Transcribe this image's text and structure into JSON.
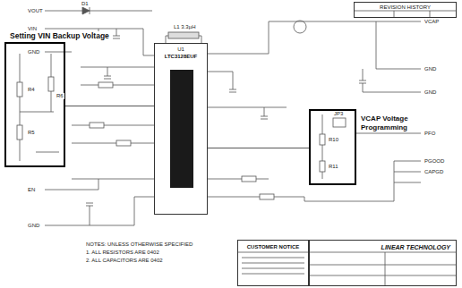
{
  "diagram": {
    "nodes": [
      {
        "text": [
          "Setting VIN Backup Voltage"
        ]
      },
      {
        "text": [
          "VCAP Voltage Programming"
        ]
      },
      {
        "text": [
          "U1",
          "LTC3128EUF"
        ]
      },
      {
        "text": [
          "CUSTOMER NOTICE"
        ]
      },
      {
        "text": [
          "LINEAR TECHNOLOGY"
        ]
      },
      {
        "text": [
          "REVISION HISTORY"
        ]
      }
    ],
    "edges": [
      {
        "from": 2,
        "to": 0,
        "arrow": "none"
      },
      {
        "from": 2,
        "to": 1,
        "arrow": "none"
      }
    ],
    "labels": [
      "VOUT",
      "VIN",
      "GND",
      "D1",
      "L1 3.3µH",
      "R4",
      "R5",
      "R6",
      "EN",
      "GND",
      "VCAP",
      "GND",
      "GND",
      "PFO",
      "PGOOD",
      "CAPGD",
      "JP3",
      "R10",
      "R11",
      "NOTES: UNLESS OTHERWISE SPECIFIED",
      "1. ALL RESISTORS ARE 0402",
      "2. ALL CAPACITORS ARE 0402"
    ]
  }
}
